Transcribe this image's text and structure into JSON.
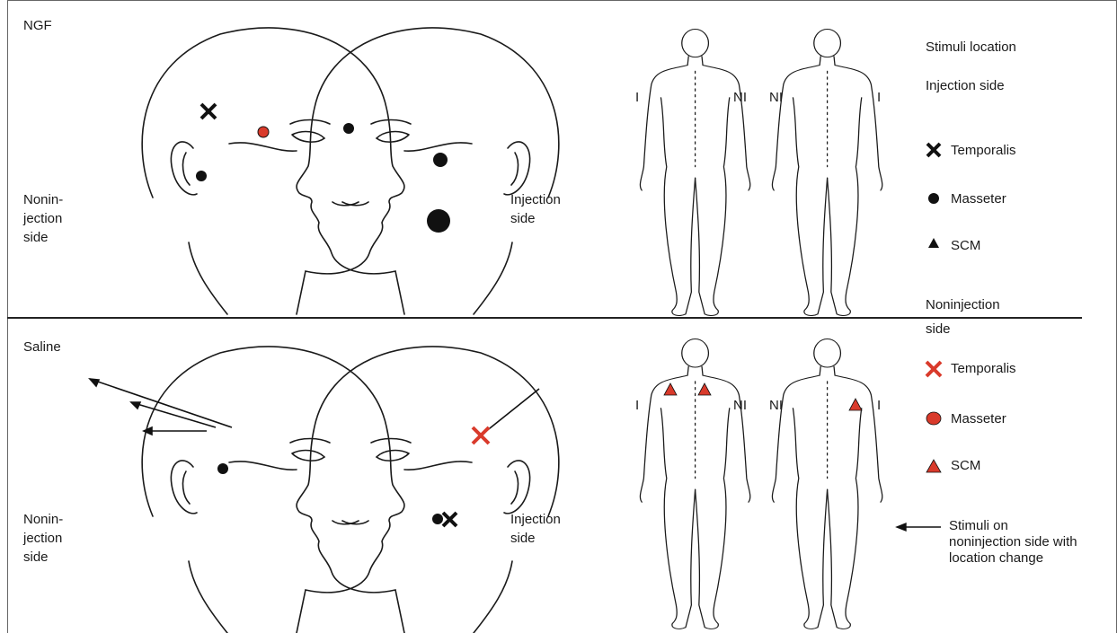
{
  "panels": {
    "top": {
      "condition": "NGF",
      "left_side_label": "Nonin-\njection\nside",
      "right_side_label": "Injection\nside",
      "body_back_left": "I",
      "body_back_right": "NI",
      "body_front_left": "NI",
      "body_front_right": "I"
    },
    "bottom": {
      "condition": "Saline",
      "left_side_label": "Nonin-\njection\nside",
      "right_side_label": "Injection\nside",
      "body_back_left": "I",
      "body_back_right": "NI",
      "body_front_left": "NI",
      "body_front_right": "I"
    }
  },
  "legend": {
    "title": "Stimuli location",
    "injection_header": "Injection side",
    "injection_items": [
      {
        "symbol": "cross",
        "label": "Temporalis",
        "color": "#111111"
      },
      {
        "symbol": "circle",
        "label": "Masseter",
        "color": "#111111"
      },
      {
        "symbol": "triangle",
        "label": "SCM",
        "color": "#111111"
      }
    ],
    "noninjection_header": "Noninjection\nside",
    "noninjection_items": [
      {
        "symbol": "cross",
        "label": "Temporalis",
        "color": "#d93a2b"
      },
      {
        "symbol": "circle",
        "label": "Masseter",
        "color": "#d93a2b"
      },
      {
        "symbol": "triangle",
        "label": "SCM",
        "color": "#d93a2b"
      }
    ],
    "arrow_note": "Stimuli on\nnoninjection side with\nlocation change"
  },
  "colors": {
    "injection": "#111111",
    "noninjection": "#d93a2b",
    "line": "#1a1a1a"
  }
}
